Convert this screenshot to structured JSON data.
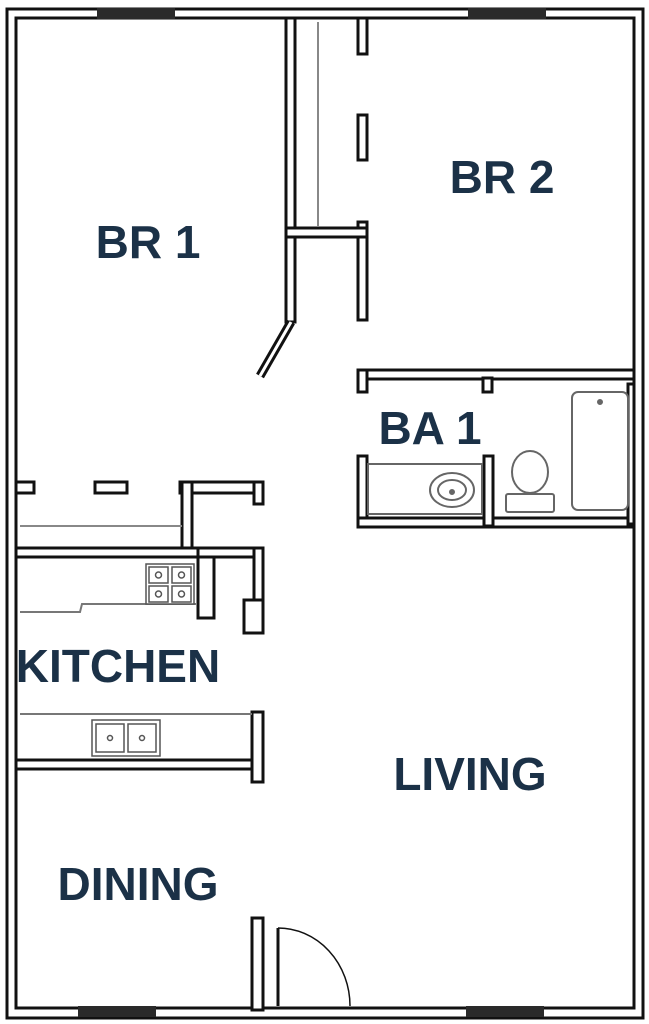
{
  "rooms": {
    "br1": "BR 1",
    "br2": "BR 2",
    "ba1": "BA 1",
    "kitchen": "KITCHEN",
    "living": "LIVING",
    "dining": "DINING"
  },
  "colors": {
    "wall": "#111111",
    "wall_fill": "#ffffff",
    "label": "#1b3147",
    "fixture": "#6a6a6a",
    "window": "#2a2a2a"
  }
}
